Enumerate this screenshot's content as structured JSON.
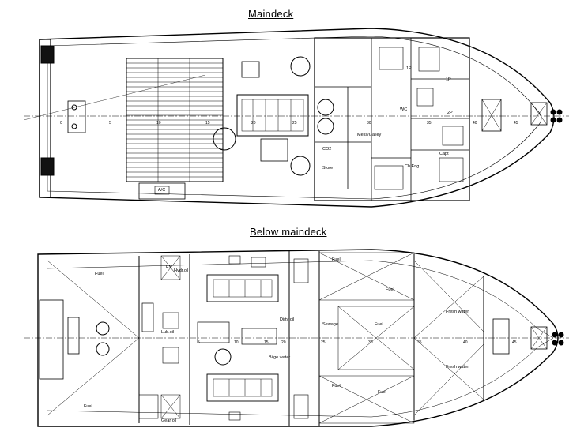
{
  "titles": {
    "top": "Maindeck",
    "bottom": "Below  maindeck"
  },
  "maindeck": {
    "labels": {
      "sp1": "1P",
      "sp2": "1P",
      "sp3": "2P",
      "mess": "Mess/Galley",
      "co2": "CO2",
      "store": "Store",
      "chief_eng": "Ch.Eng",
      "capt": "Capt",
      "ac": "A/C",
      "wc": "WC"
    },
    "ticks": [
      "0",
      "5",
      "10",
      "15",
      "20",
      "25",
      "30",
      "35",
      "40",
      "45"
    ]
  },
  "below": {
    "labels": {
      "fuel_a": "Fuel",
      "fuel_b": "Fuel",
      "fuel_c": "Fuel",
      "fuel_d": "Fuel",
      "fuel_e": "Fuel",
      "fuel_f": "Fuel",
      "fuel_g": "Fuel",
      "hydr_oil": "Hydr.oil",
      "lub_oil": "Lub.oil",
      "gear_oil": "Gear oil",
      "dirty_oil": "Dirty oil",
      "bilge_water": "Bilge water",
      "sewage": "Sewage",
      "fresh_water_1": "Fresh water",
      "fresh_water_2": "Fresh water",
      "ex": "EX"
    },
    "ticks": [
      "5",
      "10",
      "15",
      "20",
      "25",
      "30",
      "35",
      "40",
      "45"
    ]
  }
}
